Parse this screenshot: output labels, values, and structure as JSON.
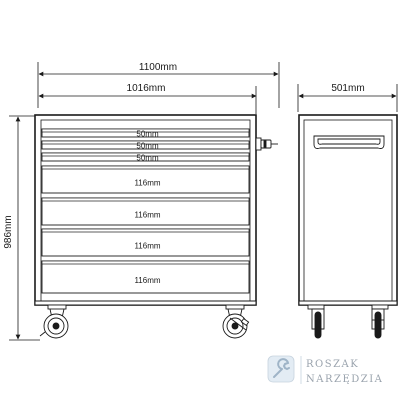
{
  "dimensions": {
    "overall_width": "1100mm",
    "body_width": "1016mm",
    "side_depth": "501mm",
    "height": "986mm"
  },
  "drawers": [
    {
      "label": "50mm"
    },
    {
      "label": "50mm"
    },
    {
      "label": "50mm"
    },
    {
      "label": "116mm"
    },
    {
      "label": "116mm"
    },
    {
      "label": "116mm"
    },
    {
      "label": "116mm"
    }
  ],
  "watermark": {
    "line1": "ROSZAK",
    "line2": "NARZĘDZIA"
  }
}
